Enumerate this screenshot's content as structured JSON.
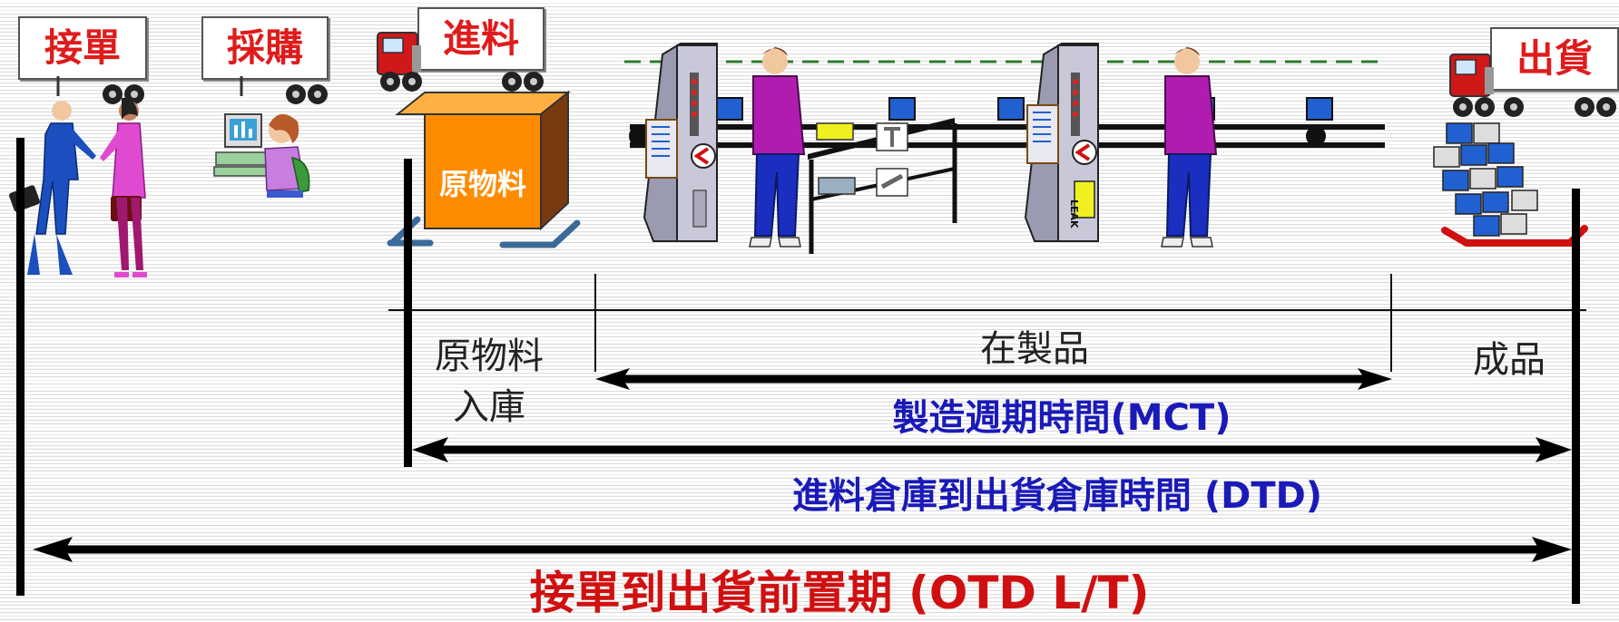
{
  "stages": {
    "order": "接單",
    "purchase": "採購",
    "incoming": "進料",
    "shipping": "出貨"
  },
  "box_label": "原物料",
  "zones": {
    "raw_material": [
      "原物料",
      "入庫"
    ],
    "wip": "在製品",
    "finished": "成品"
  },
  "spans": {
    "mct": "製造週期時間(MCT)",
    "dtd": "進料倉庫到出貨倉庫時間 (DTD)",
    "otd": "接單到出貨前置期 (OTD L/T)"
  },
  "machine_tag": "LEAK",
  "colors": {
    "stage_text": "#e01b1b",
    "span_blue": "#1a1ab8",
    "span_red": "#d01010",
    "box": "#ff8c00",
    "worker_shirt": "#b01cb0",
    "worker_pants": "#1a2fbf"
  }
}
